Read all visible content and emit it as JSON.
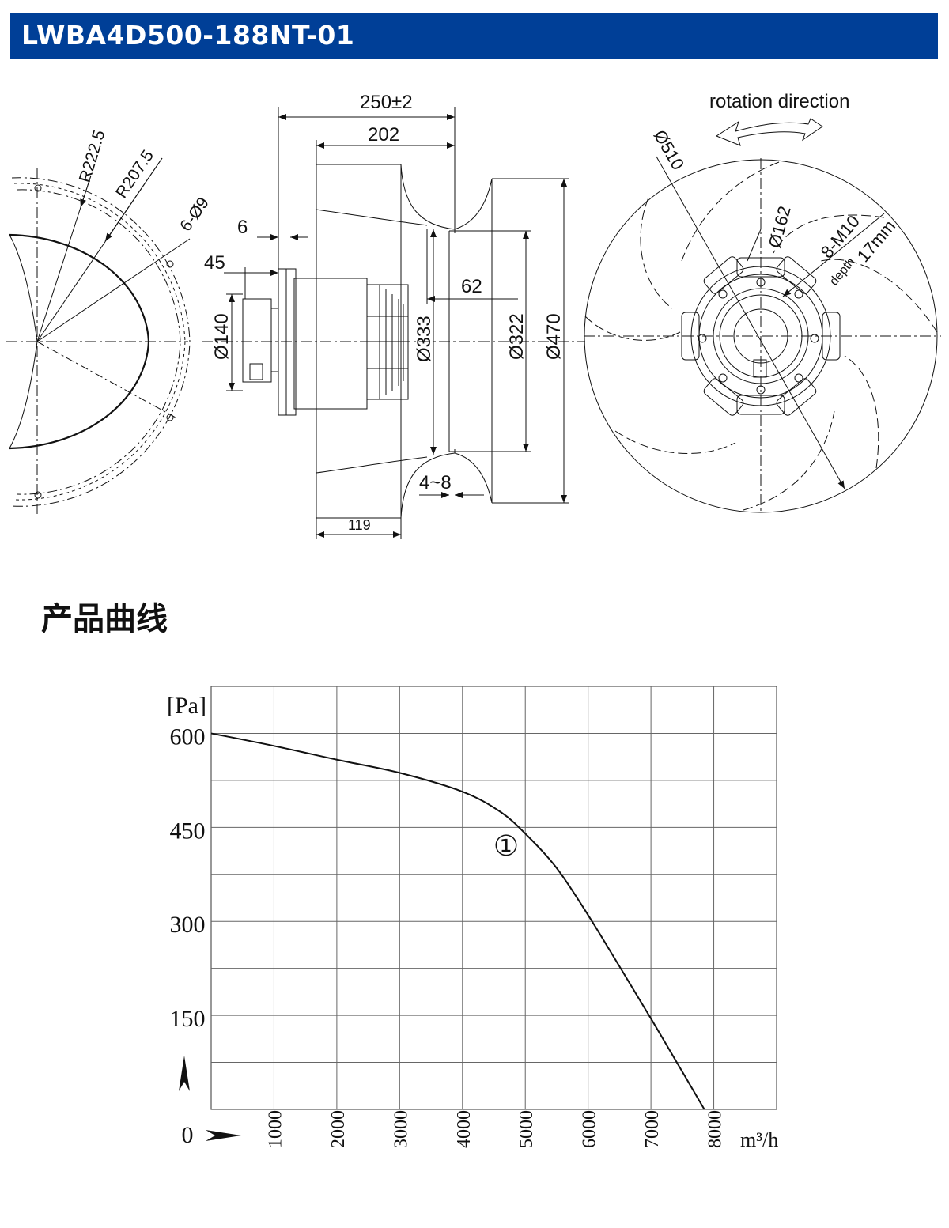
{
  "header": {
    "title": "LWBA4D500-188NT-01"
  },
  "drawing": {
    "left_view": {
      "radius_outer": "R222.5",
      "radius_inner": "R207.5",
      "holes": "6-Ø9"
    },
    "side_view": {
      "overall_width": "250±2",
      "impeller_width": "202",
      "dim_6": "6",
      "dim_45": "45",
      "dim_140": "Ø140",
      "dim_333": "Ø333",
      "dim_62": "62",
      "dim_322": "Ø322",
      "dim_470": "Ø470",
      "dim_gap": "4~8",
      "dim_119": "119"
    },
    "right_view": {
      "rotation_label": "rotation direction",
      "dia_510": "Ø510",
      "dia_162": "Ø162",
      "thread": "8-M10",
      "depth_word": "depth",
      "depth_value": "17mm"
    }
  },
  "section_title": "产品曲线",
  "chart_data": {
    "type": "line",
    "y_unit": "[Pa]",
    "x_unit": "m³/h",
    "ylim": [
      0,
      675
    ],
    "xlim": [
      0,
      9000
    ],
    "y_ticks": [
      0,
      150,
      300,
      450,
      600
    ],
    "x_ticks": [
      1000,
      2000,
      3000,
      4000,
      5000,
      6000,
      7000,
      8000
    ],
    "grid": true,
    "series": [
      {
        "name": "①",
        "x": [
          0,
          1000,
          2000,
          3000,
          4000,
          4600,
          5000,
          5500,
          6000,
          6500,
          7000,
          7500,
          7850
        ],
        "y": [
          600,
          580,
          558,
          537,
          507,
          475,
          440,
          385,
          310,
          228,
          145,
          60,
          0
        ]
      }
    ]
  }
}
